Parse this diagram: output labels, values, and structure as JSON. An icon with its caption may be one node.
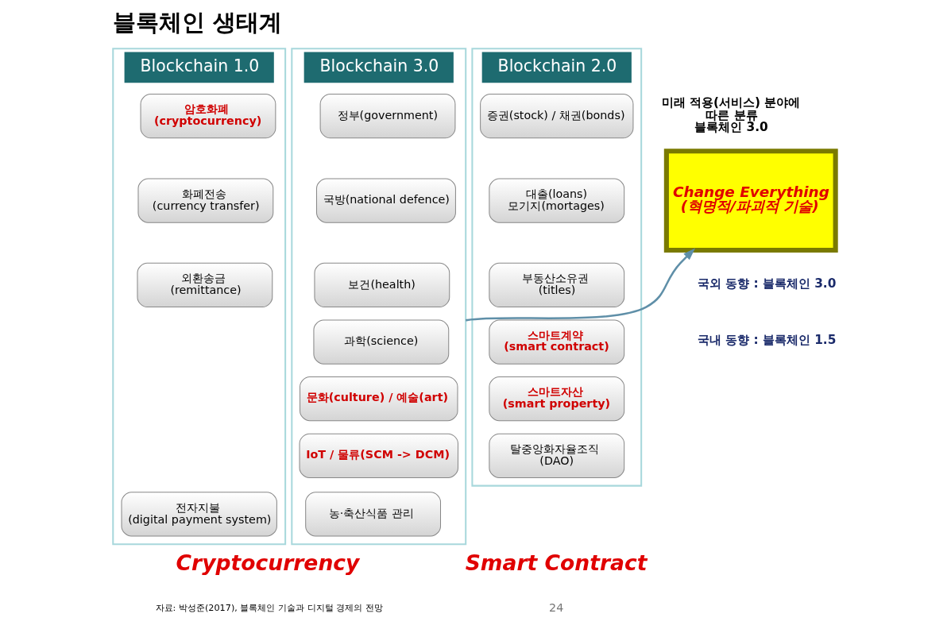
{
  "diagram": {
    "title": "블록체인 생태계",
    "caption": "자료: 박성준(2017), 블록체인 기술과 디지털 경제의 전망",
    "nodes": [
      {
        "text": [
          "Blockchain 1.0"
        ]
      },
      {
        "text": [
          "암호화폐",
          "(cryptocurrency)"
        ],
        "in": 0
      },
      {
        "text": [
          "화폐전송",
          "(currency transfer)"
        ],
        "in": 0
      },
      {
        "text": [
          "외환송금",
          "(remittance)"
        ],
        "in": 0
      },
      {
        "text": [
          "전자지불",
          "(digital payment system)"
        ],
        "in": 0
      },
      {
        "text": [
          "Blockchain 2.0"
        ]
      },
      {
        "text": [
          "증권(stock) / 채권(bonds)"
        ],
        "in": 5
      },
      {
        "text": [
          "대출(loans)",
          "모기지(mortages)"
        ],
        "in": 5
      },
      {
        "text": [
          "부동산소유권",
          "(titles)"
        ],
        "in": 5
      },
      {
        "text": [
          "스마트계약",
          "(smart contract)"
        ],
        "in": 5
      },
      {
        "text": [
          "스마트자산",
          "(smart property)"
        ],
        "in": 5
      },
      {
        "text": [
          "탈중앙화자율조직",
          "(DAO)"
        ],
        "in": 5
      },
      {
        "text": [
          "Blockchain 3.0"
        ]
      },
      {
        "text": [
          "정부(government)"
        ],
        "in": 12
      },
      {
        "text": [
          "국방(national defence)"
        ],
        "in": 12
      },
      {
        "text": [
          "보건(health)"
        ],
        "in": 12
      },
      {
        "text": [
          "과학(science)"
        ],
        "in": 12
      },
      {
        "text": [
          "문화(culture) / 예술(art)"
        ],
        "in": 12
      },
      {
        "text": [
          "IoT / 물류(SCM -> DCM)"
        ],
        "in": 12
      },
      {
        "text": [
          "농·축산식품 관리"
        ],
        "in": 12
      },
      {
        "text": [
          "Change Everything",
          "(혁명적/파괴적 기술)"
        ]
      }
    ],
    "edges": [
      {
        "from": 12,
        "to": 20,
        "arrow": "to"
      }
    ],
    "labels": [
      "미래 적용(서비스) 분야에 따른 분류 블록체인 3.0",
      "국외 동향 : 블록체인 3.0",
      "국내 동향 : 블록체인 1.5",
      "Cryptocurrency",
      "Smart Contract",
      "24"
    ]
  }
}
